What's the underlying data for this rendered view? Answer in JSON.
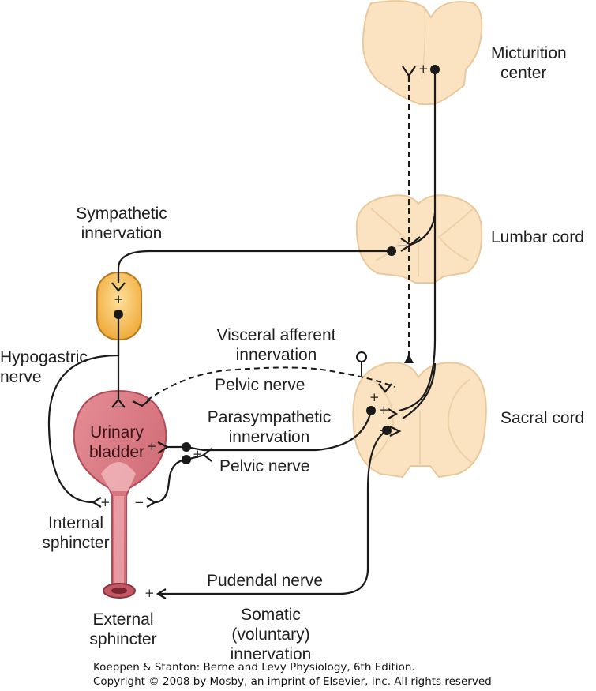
{
  "labels": {
    "micturition_center": [
      "Micturition",
      "center"
    ],
    "lumbar_cord": "Lumbar cord",
    "sacral_cord": "Sacral cord",
    "sympathetic": [
      "Sympathetic",
      "innervation"
    ],
    "hypogastric": [
      "Hypogastric",
      "nerve"
    ],
    "visceral_afferent": [
      "Visceral afferent",
      "innervation"
    ],
    "pelvic_nerve_upper": "Pelvic nerve",
    "parasympathetic": [
      "Parasympathetic",
      "innervation"
    ],
    "pelvic_nerve_lower": "Pelvic nerve",
    "urinary_bladder": [
      "Urinary",
      "bladder"
    ],
    "internal_sphincter": [
      "Internal",
      "sphincter"
    ],
    "external_sphincter": [
      "External",
      "sphincter"
    ],
    "pudendal_nerve": "Pudendal nerve",
    "somatic": [
      "Somatic",
      "(voluntary)",
      "innervation"
    ]
  },
  "signs": {
    "plus": "+",
    "minus": "−"
  },
  "credit": [
    "Koeppen & Stanton: Berne and Levy Physiology, 6th Edition.",
    "Copyright © 2008 by Mosby, an imprint of Elsevier, Inc. All rights reserved"
  ],
  "colors": {
    "cord_fill": "#fbe3c2",
    "cord_stroke": "#e9c99c",
    "bladder_fill": "#d9737c",
    "bladder_stroke": "#b24a55",
    "ganglion_fill": "#f7c35a",
    "ganglion_stroke": "#b77a1e",
    "nerve": "#1a1a1a"
  }
}
